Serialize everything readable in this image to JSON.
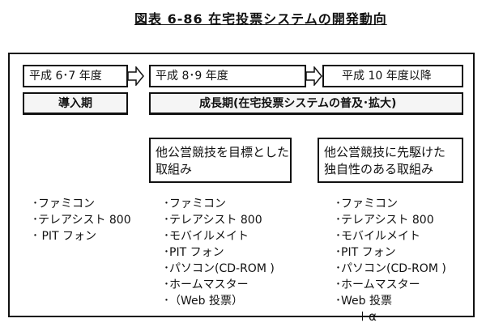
{
  "title": "図表 6-86 在宅投票システムの開発動向",
  "periods": [
    {
      "label": "平成 6･7 年度"
    },
    {
      "label": "平成 8･9 年度"
    },
    {
      "label": "平成 10 年度以降"
    }
  ],
  "stages": [
    {
      "label": "導入期"
    },
    {
      "label": "成長期(在宅投票システムの普及･拡大)"
    }
  ],
  "strategies": [
    {
      "line1": "他公営競技を目標とした",
      "line2": "取組み"
    },
    {
      "line1": "他公営競技に先駆けた",
      "line2": "独自性のある取組み"
    }
  ],
  "lists": [
    [
      "･ファミコン",
      "･テレアシスト 800",
      "･ PIT フォン"
    ],
    [
      "･ファミコン",
      "･テレアシスト 800",
      "･モバイルメイト",
      "･PIT フォン",
      "･パソコン(CD-ROM )",
      "･ホームマスター",
      "･（Web 投票）"
    ],
    [
      "･ファミコン",
      "･テレアシスト 800",
      "･モバイルメイト",
      "･PIT フォン",
      "･パソコン(CD-ROM )",
      "･ホームマスター",
      "･Web 投票"
    ]
  ],
  "extra_note": "＋α"
}
